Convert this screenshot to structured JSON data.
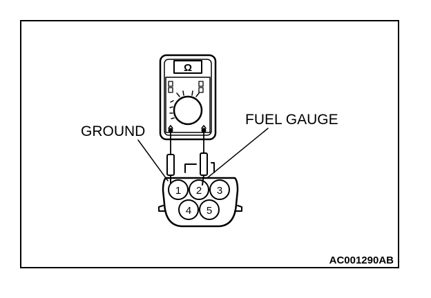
{
  "labels": {
    "ground": "GROUND",
    "fuel_gauge": "FUEL GAUGE",
    "figure_code": "AC001290AB"
  },
  "meter": {
    "unit_symbol": "Ω"
  },
  "connector": {
    "pins": [
      "1",
      "2",
      "3",
      "4",
      "5"
    ]
  },
  "colors": {
    "line": "#000000",
    "background": "#ffffff"
  }
}
